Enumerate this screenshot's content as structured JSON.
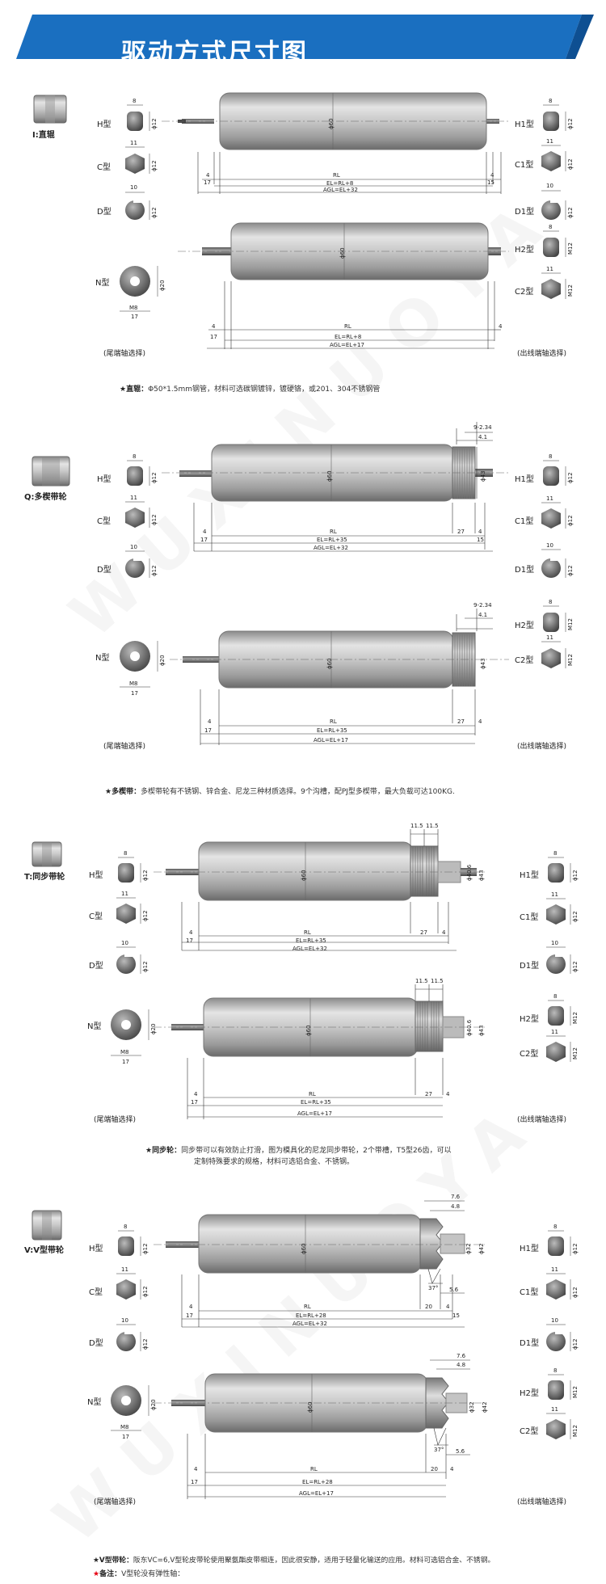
{
  "header": {
    "title": "驱动方式尺寸图",
    "accent": "#1a6fc0"
  },
  "watermark": "WUXINUOYA",
  "common": {
    "tail_select": "(尾端轴选择)",
    "out_select": "(出线端轴选择)",
    "H": "H型",
    "C": "C型",
    "D": "D型",
    "N": "N型",
    "H1": "H1型",
    "C1": "C1型",
    "D1": "D1型",
    "H2": "H2型",
    "C2": "C2型",
    "d8": "8",
    "d11": "11",
    "d10": "10",
    "d17": "17",
    "phi12": "ϕ12",
    "phi20": "ϕ20",
    "phi60": "ϕ60",
    "m8": "M8",
    "m12": "M12",
    "RL": "RL",
    "n4": "4",
    "n17": "17",
    "n15": "15",
    "n27": "27",
    "n20": "20"
  },
  "sections": {
    "s1": {
      "name": "I:直辊",
      "el1": "EL=RL+8",
      "agl1": "AGL=EL+32",
      "el2": "EL=RL+8",
      "agl2": "AGL=EL+17",
      "note_label": "直辊：",
      "note": "Φ50*1.5mm钢管，材料可选碳钢镀锌，镀硬铬，或201、304不锈钢管"
    },
    "s2": {
      "name": "Q:多楔带轮",
      "el1": "EL=RL+35",
      "agl1": "AGL=EL+32",
      "el2": "EL=RL+35",
      "agl2": "AGL=EL+17",
      "d9": "9-2.34",
      "d41": "4.1",
      "phi43": "ϕ43",
      "note_label": "多楔带：",
      "note": "多楔带轮有不锈钢、锌合金、尼龙三种材质选择。9个沟槽，配PJ型多楔带，最大负载可达100KG."
    },
    "s3": {
      "name": "T:同步带轮",
      "el1": "EL=RL+35",
      "agl1": "AGL=EL+32",
      "el2": "EL=RL+35",
      "agl2": "AGL=EL+17",
      "d115": "11.5",
      "phi43": "ϕ43",
      "phi406": "ϕ40.6",
      "note_label": "同步轮：",
      "note1": "同步带可以有效防止打滑，图为模具化的尼龙同步带轮，2个带槽，T5型26齿，可以",
      "note2": "定制特殊要求的规格，材料可选铝合金、不锈钢。"
    },
    "s4": {
      "name": "V:V型带轮",
      "el1": "EL=RL+28",
      "agl1": "AGL=EL+32",
      "el2": "EL=RL+28",
      "agl2": "AGL=EL+17",
      "d76": "7.6",
      "d48": "4.8",
      "d56": "5.6",
      "phi32": "ϕ32",
      "phi42": "ϕ42",
      "d37": "37°",
      "note_label": "V型带轮：",
      "note": "阪东VC=6,V型轮皮带轮使用聚氨酯皮带相连，因此很安静，适用于轻量化输送的应用。材料可选铝合金、不锈钢。",
      "remark_label": "备注：",
      "remark": "V型轮没有弹性轴："
    }
  }
}
